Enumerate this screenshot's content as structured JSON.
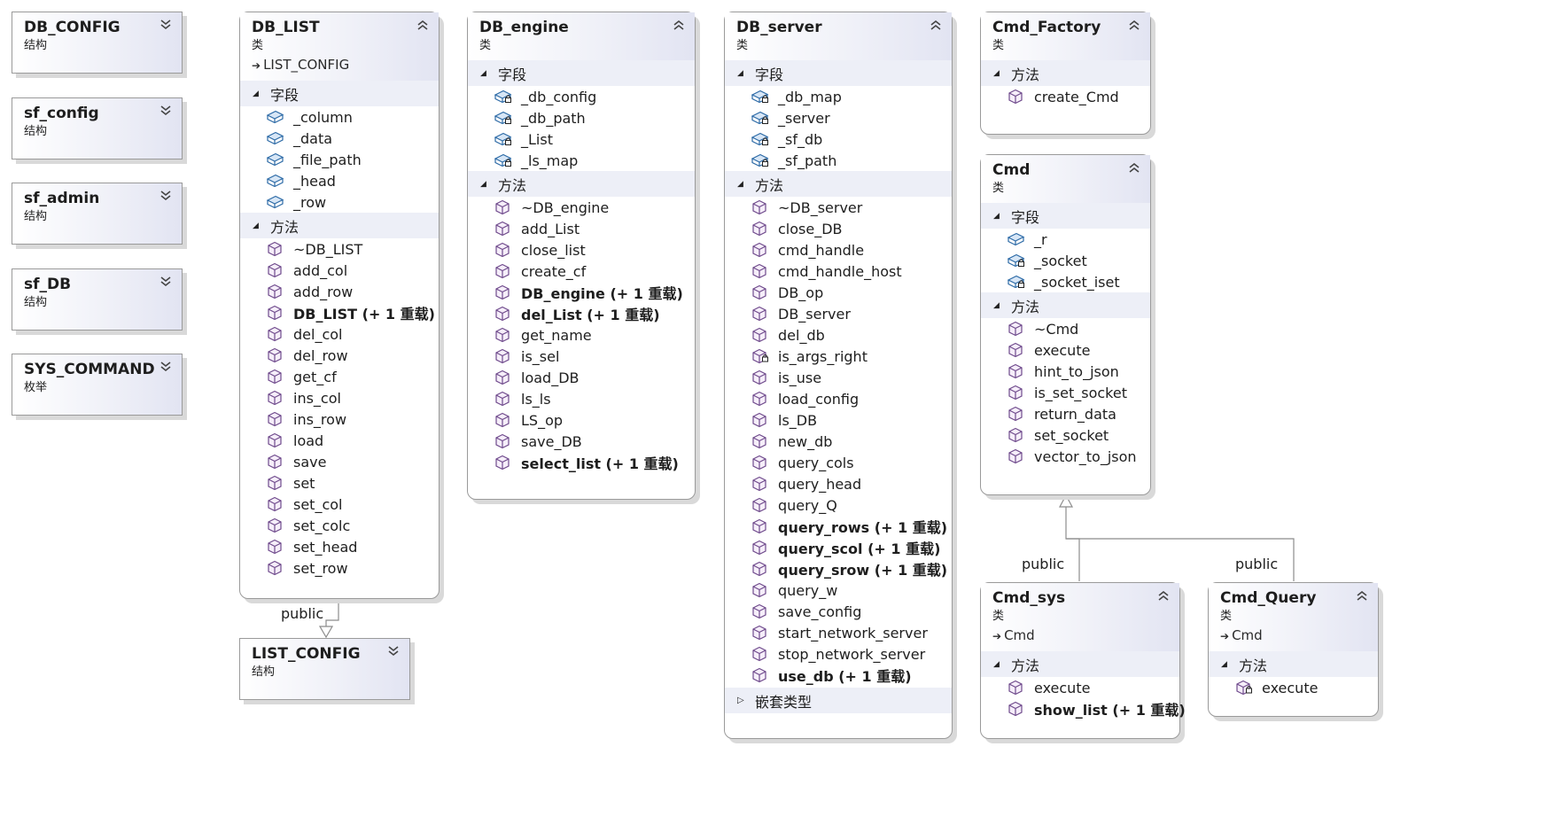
{
  "labels": {
    "struct": "结构",
    "class": "类",
    "enum": "枚举",
    "fields": "字段",
    "methods": "方法",
    "nested": "嵌套类型",
    "public": "public"
  },
  "collapsed": [
    {
      "name": "DB_CONFIG"
    },
    {
      "name": "sf_config"
    },
    {
      "name": "sf_admin"
    },
    {
      "name": "sf_DB"
    },
    {
      "name": "SYS_COMMAND"
    },
    {
      "name": "LIST_CONFIG"
    }
  ],
  "db_list": {
    "name": "DB_LIST",
    "base": "LIST_CONFIG",
    "fields": [
      "_column",
      "_data",
      "_file_path",
      "_head",
      "_row"
    ],
    "methods": [
      "~DB_LIST",
      "add_col",
      "add_row",
      "DB_LIST (+ 1 重载)",
      "del_col",
      "del_row",
      "get_cf",
      "ins_col",
      "ins_row",
      "load",
      "save",
      "set",
      "set_col",
      "set_colc",
      "set_head",
      "set_row"
    ]
  },
  "db_engine": {
    "name": "DB_engine",
    "fields": [
      "_db_config",
      "_db_path",
      "_List",
      "_ls_map"
    ],
    "methods": [
      "~DB_engine",
      "add_List",
      "close_list",
      "create_cf",
      "DB_engine (+ 1 重载)",
      "del_List (+ 1 重载)",
      "get_name",
      "is_sel",
      "load_DB",
      "ls_ls",
      "LS_op",
      "save_DB",
      "select_list (+ 1 重载)"
    ]
  },
  "db_server": {
    "name": "DB_server",
    "fields": [
      "_db_map",
      "_server",
      "_sf_db",
      "_sf_path"
    ],
    "methods": [
      "~DB_server",
      "close_DB",
      "cmd_handle",
      "cmd_handle_host",
      "DB_op",
      "DB_server",
      "del_db",
      "is_args_right",
      "is_use",
      "load_config",
      "ls_DB",
      "new_db",
      "query_cols",
      "query_head",
      "query_Q",
      "query_rows (+ 1 重载)",
      "query_scol (+ 1 重载)",
      "query_srow (+ 1 重载)",
      "query_w",
      "save_config",
      "start_network_server",
      "stop_network_server",
      "use_db (+ 1 重载)"
    ]
  },
  "cmd_factory": {
    "name": "Cmd_Factory",
    "methods": [
      "create_Cmd"
    ]
  },
  "cmd": {
    "name": "Cmd",
    "fields": [
      "_r",
      "_socket",
      "_socket_iset"
    ],
    "methods": [
      "~Cmd",
      "execute",
      "hint_to_json",
      "is_set_socket",
      "return_data",
      "set_socket",
      "vector_to_json"
    ]
  },
  "cmd_sys": {
    "name": "Cmd_sys",
    "base": "Cmd",
    "methods": [
      "execute",
      "show_list (+ 1 重载)"
    ]
  },
  "cmd_query": {
    "name": "Cmd_Query",
    "base": "Cmd",
    "methods": [
      "execute"
    ]
  }
}
